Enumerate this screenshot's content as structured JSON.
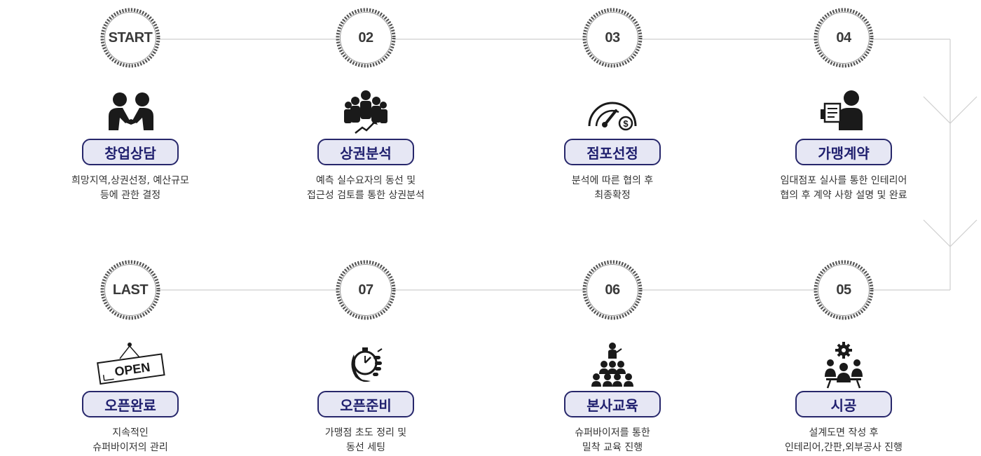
{
  "process": {
    "steps": [
      {
        "badge": "START",
        "title": "창업상담",
        "desc": [
          "희망지역,상권선정, 예산규모",
          "등에 관한 결정"
        ],
        "icon": "consultation-icon"
      },
      {
        "badge": "02",
        "title": "상권분석",
        "desc": [
          "예측 실수요자의 동선 및",
          "접근성 검토를 통한 상권분석"
        ],
        "icon": "people-group-growth-icon"
      },
      {
        "badge": "03",
        "title": "점포선정",
        "desc": [
          "분석에 따른 협의 후",
          "최종확정"
        ],
        "icon": "gauge-dollar-icon"
      },
      {
        "badge": "04",
        "title": "가맹계약",
        "desc": [
          "임대점포 실사를 통한 인테리어",
          "협의 후 계약 사항 설명 및 완료"
        ],
        "icon": "contract-person-icon"
      },
      {
        "badge": "05",
        "title": "시공",
        "desc": [
          "설계도면 작성 후",
          "인테리어,간판,외부공사 진행"
        ],
        "icon": "gear-team-icon"
      },
      {
        "badge": "06",
        "title": "본사교육",
        "desc": [
          "슈퍼바이저를 통한",
          "밀착 교육 진행"
        ],
        "icon": "training-audience-icon"
      },
      {
        "badge": "07",
        "title": "오픈준비",
        "desc": [
          "가맹점 초도 정리 및",
          "동선 세팅"
        ],
        "icon": "stopwatch-hand-icon"
      },
      {
        "badge": "LAST",
        "title": "오픈완료",
        "desc": [
          "지속적인",
          "슈퍼바이저의 관리"
        ],
        "icon": "open-sign-icon"
      }
    ]
  },
  "open_sign_text": "OPEN",
  "colors": {
    "navy": "#1f1f6e",
    "pill_bg": "#e6e7f4",
    "line": "#cfcfcf",
    "icon": "#1a1a1a"
  }
}
